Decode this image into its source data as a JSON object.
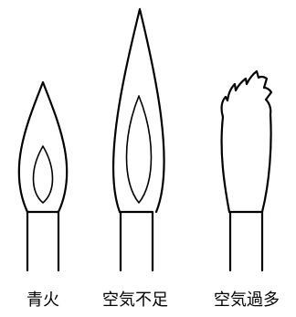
{
  "diagram": {
    "items": [
      {
        "name": "blue-flame",
        "label": "青火"
      },
      {
        "name": "insufficient-air-flame",
        "label": "空気不足"
      },
      {
        "name": "excess-air-flame",
        "label": "空気過多"
      }
    ],
    "colors": {
      "line": "#000000",
      "background": "#ffffff"
    }
  }
}
